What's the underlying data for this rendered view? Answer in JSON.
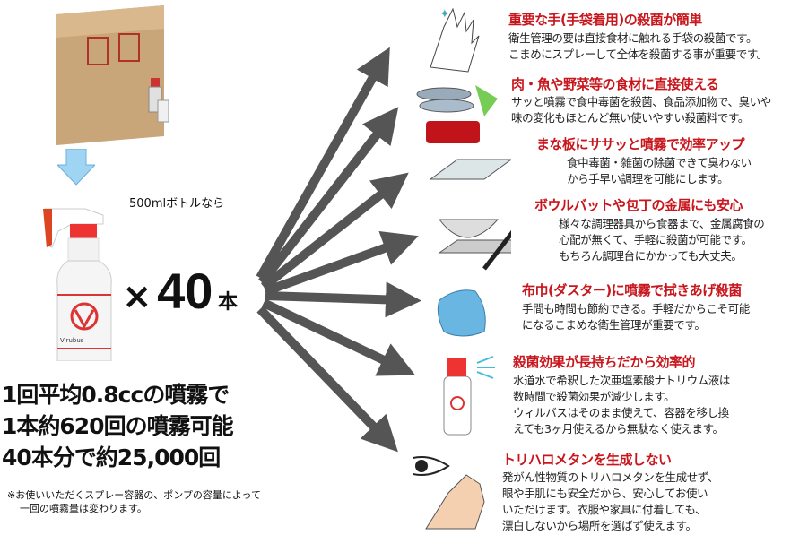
{
  "left": {
    "bottle_caption": "500mlボトルなら",
    "multiplier": {
      "symbol": "×",
      "count": "40",
      "unit": "本"
    },
    "bottle_brand": "Virubus",
    "summary_lines": [
      "1回平均0.8ccの噴霧で",
      "1本約620回の噴霧可能",
      "40本分で約25,000回"
    ],
    "note_lines": [
      "※お使いいただくスプレー容器の、ポンプの容量によって",
      "一回の噴霧量は変わります。"
    ]
  },
  "features": [
    {
      "title": "重要な手(手袋着用)の殺菌が簡単",
      "body": [
        "衛生管理の要は直接食材に触れる手袋の殺菌です。",
        "こまめにスプレーして全体を殺菌する事が重要です。"
      ]
    },
    {
      "title": "肉・魚や野菜等の食材に直接使える",
      "body": [
        "サッと噴霧で食中毒菌を殺菌、食品添加物で、臭いや",
        "味の変化もほとんど無い使いやすい殺菌料です。"
      ]
    },
    {
      "title": "まな板にササッと噴霧で効率アップ",
      "body": [
        "食中毒菌・雑菌の除菌できて臭わない",
        "から手早い調理を可能にします。"
      ]
    },
    {
      "title": "ボウルバットや包丁の金属にも安心",
      "body": [
        "様々な調理器具から食器まで、金属腐食の",
        "心配が無くて、手軽に殺菌が可能です。",
        "もちろん調理台にかかっても大丈夫。"
      ]
    },
    {
      "title": "布巾(ダスター)に噴霧で拭きあげ殺菌",
      "body": [
        "手間も時間も節約できる。手軽だからこそ可能",
        "になるこまめな衛生管理が重要です。"
      ]
    },
    {
      "title": "殺菌効果が長持ちだから効率的",
      "body": [
        "水道水で希釈した次亜塩素酸ナトリウム液は",
        "数時間で殺菌効果が減少します。",
        "ウィルバスはそのまま使えて、容器を移し換",
        "えても3ヶ月使えるから無駄なく使えます。"
      ]
    },
    {
      "title": "トリハロメタンを生成しない",
      "body": [
        "発がん性物質のトリハロメタンを生成せず、",
        "眼や手肌にも安全だから、安心してお使い",
        "いただけます。衣服や家具に付着しても、",
        "漂白しないから場所を選ばず使えます。"
      ]
    }
  ],
  "colors": {
    "accent": "#c8161d",
    "arrow": "#555555",
    "down_arrow": "#9fd4f2",
    "cardboard": "#c9a57a"
  }
}
